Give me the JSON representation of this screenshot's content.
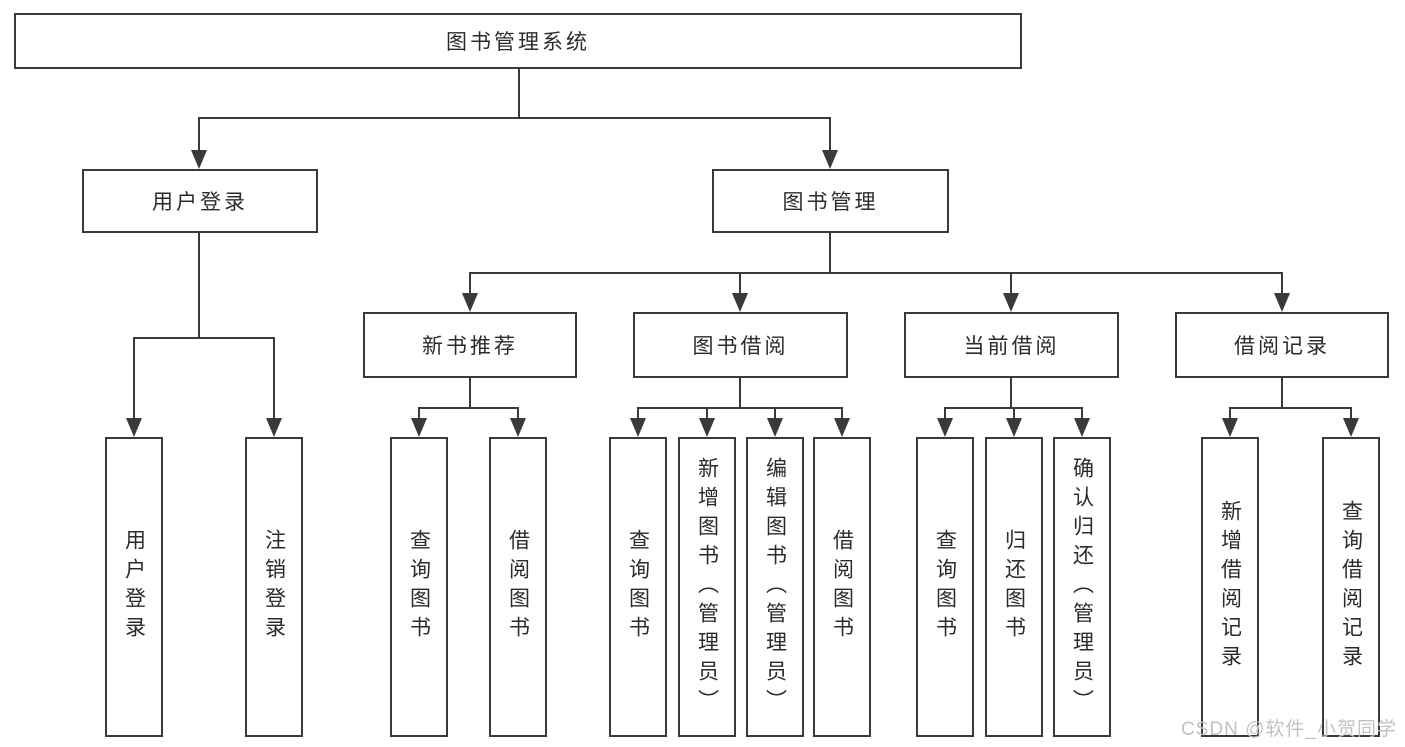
{
  "diagram": {
    "root": {
      "label": "图书管理系统"
    },
    "level1": [
      "用户登录",
      "图书管理"
    ],
    "level2": [
      "新书推荐",
      "图书借阅",
      "当前借阅",
      "借阅记录"
    ],
    "leaves": {
      "login": [
        "用户登录",
        "注销登录"
      ],
      "recommend": [
        "查询图书",
        "借阅图书"
      ],
      "borrow": [
        "查询图书",
        "新增图书（管理员）",
        "编辑图书（管理员）",
        "借阅图书"
      ],
      "current": [
        "查询图书",
        "归还图书",
        "确认归还（管理员）"
      ],
      "records": [
        "新增借阅记录",
        "查询借阅记录"
      ]
    },
    "colors": {
      "line": "#3a3a3a",
      "text": "#2b2b2b",
      "watermark": "#c2c2c2",
      "background": "#ffffff"
    }
  },
  "watermark": {
    "text": "CSDN @软件_小贺同学"
  }
}
